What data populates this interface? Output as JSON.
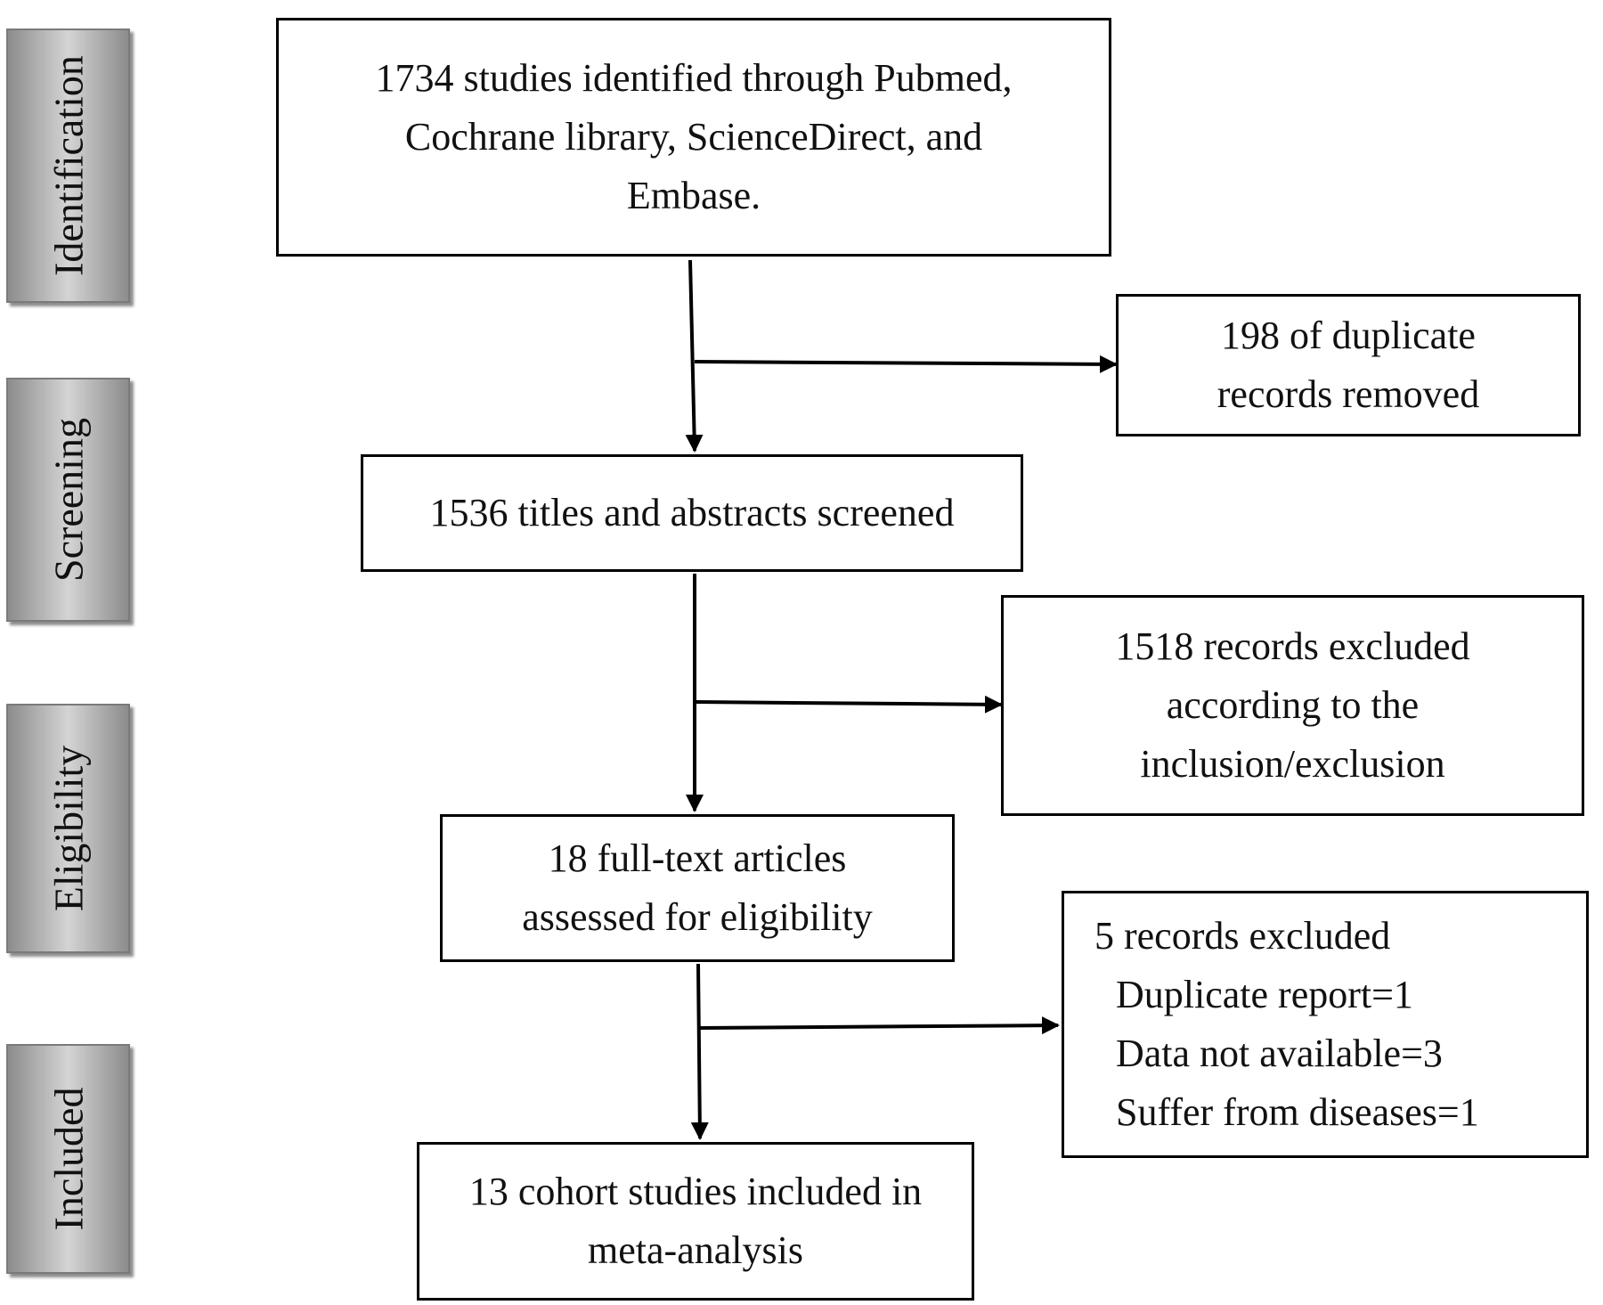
{
  "stages": [
    {
      "id": "identification",
      "label": "Identification"
    },
    {
      "id": "screening",
      "label": "Screening"
    },
    {
      "id": "eligibility",
      "label": "Eligibility"
    },
    {
      "id": "included",
      "label": "Included"
    }
  ],
  "boxes": {
    "identified": {
      "lines": [
        "1734 studies identified through Pubmed,",
        "Cochrane library, ScienceDirect, and",
        "Embase."
      ]
    },
    "duplicates_removed": {
      "lines": [
        "198 of duplicate",
        "records removed"
      ]
    },
    "screened": {
      "lines": [
        "1536 titles and abstracts screened"
      ]
    },
    "excluded_screening": {
      "lines": [
        "1518 records excluded",
        "according to the",
        "inclusion/exclusion"
      ]
    },
    "full_text": {
      "lines": [
        "18 full-text articles",
        "assessed for eligibility"
      ]
    },
    "excluded_full_text": {
      "title": "5 records excluded",
      "reasons": [
        "Duplicate report=1",
        "Data not available=3",
        "Suffer from diseases=1"
      ]
    },
    "included": {
      "lines": [
        "13 cohort studies included in",
        "meta-analysis"
      ]
    }
  }
}
